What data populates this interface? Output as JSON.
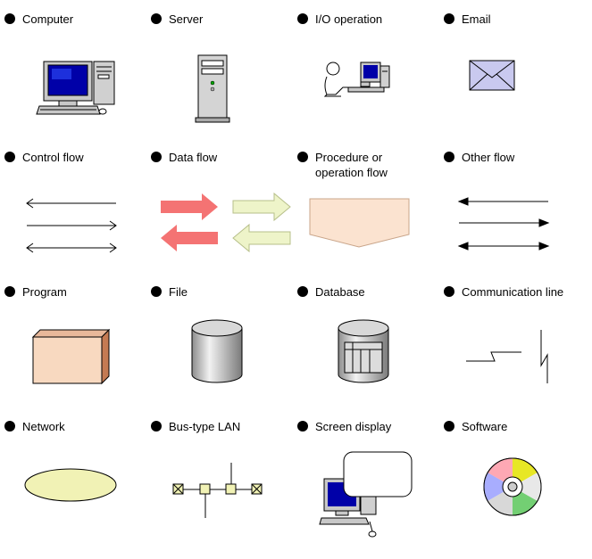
{
  "legend": {
    "items": [
      {
        "id": "computer",
        "label": "Computer",
        "icon": "computer-icon"
      },
      {
        "id": "server",
        "label": "Server",
        "icon": "server-icon"
      },
      {
        "id": "io-operation",
        "label": "I/O operation",
        "icon": "person-at-computer-icon"
      },
      {
        "id": "email",
        "label": "Email",
        "icon": "envelope-icon"
      },
      {
        "id": "control-flow",
        "label": "Control flow",
        "icon": "thin-arrows-icon"
      },
      {
        "id": "data-flow",
        "label": "Data flow",
        "icon": "thick-arrows-icon"
      },
      {
        "id": "procedure-flow",
        "label": "Procedure or\noperation flow",
        "icon": "pentagon-arrow-icon"
      },
      {
        "id": "other-flow",
        "label": "Other flow",
        "icon": "filled-arrows-icon"
      },
      {
        "id": "program",
        "label": "Program",
        "icon": "box-icon"
      },
      {
        "id": "file",
        "label": "File",
        "icon": "cylinder-icon"
      },
      {
        "id": "database",
        "label": "Database",
        "icon": "database-cylinder-icon"
      },
      {
        "id": "communication-line",
        "label": "Communication line",
        "icon": "lightning-line-icon"
      },
      {
        "id": "network",
        "label": "Network",
        "icon": "ellipse-icon"
      },
      {
        "id": "bus-lan",
        "label": "Bus-type LAN",
        "icon": "bus-lan-icon"
      },
      {
        "id": "screen-display",
        "label": "Screen display",
        "icon": "computer-with-balloon-icon"
      },
      {
        "id": "software",
        "label": "Software",
        "icon": "disc-icon"
      }
    ]
  },
  "colors": {
    "data_flow_primary": "#f47373",
    "data_flow_secondary": "#eef4c9",
    "procedure_fill": "#fbe3d0",
    "program_front": "#f8d9c0",
    "program_side": "#c47a52",
    "ellipse_fill": "#f1f2b5",
    "envelope_fill": "#c9c9ef",
    "screen_blue": "#0000a8"
  }
}
